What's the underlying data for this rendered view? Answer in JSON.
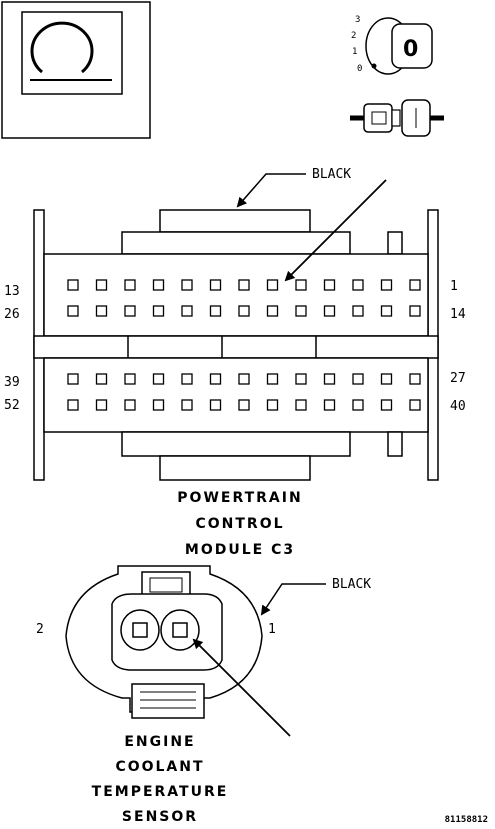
{
  "symbol_box": {
    "symbol": "Ω"
  },
  "ignition": {
    "positions": [
      "3",
      "2",
      "1",
      "0"
    ],
    "key_label": "0"
  },
  "pcm": {
    "color_label": "BLACK",
    "pins_left": [
      "13",
      "26",
      "39",
      "52"
    ],
    "pins_right": [
      "1",
      "14",
      "27",
      "40"
    ],
    "title_lines": [
      "POWERTRAIN",
      "CONTROL",
      "MODULE C3"
    ]
  },
  "ect": {
    "color_label": "BLACK",
    "pin_left": "2",
    "pin_right": "1",
    "title_lines": [
      "ENGINE",
      "COOLANT",
      "TEMPERATURE",
      "SENSOR"
    ]
  },
  "figure_id": "81158812"
}
